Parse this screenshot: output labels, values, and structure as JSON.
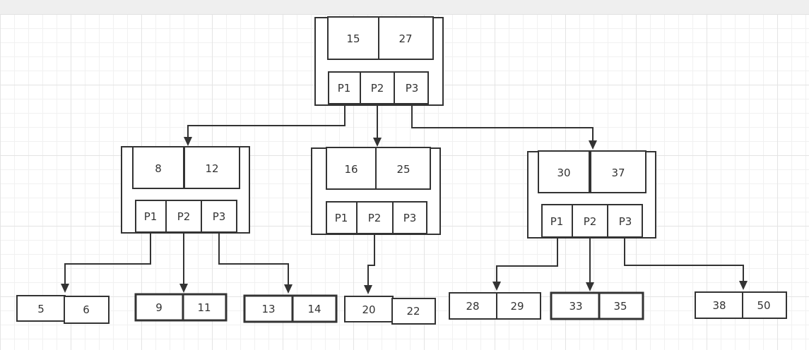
{
  "diagram": {
    "root": {
      "keys": [
        "15",
        "27"
      ],
      "pointers": [
        "P1",
        "P2",
        "P3"
      ]
    },
    "internal_nodes": [
      {
        "keys": [
          "8",
          "12"
        ],
        "pointers": [
          "P1",
          "P2",
          "P3"
        ]
      },
      {
        "keys": [
          "16",
          "25"
        ],
        "pointers": [
          "P1",
          "P2",
          "P3"
        ]
      },
      {
        "keys": [
          "30",
          "37"
        ],
        "pointers": [
          "P1",
          "P2",
          "P3"
        ]
      }
    ],
    "leaves": [
      {
        "keys": [
          "5",
          "6"
        ]
      },
      {
        "keys": [
          "9",
          "11"
        ]
      },
      {
        "keys": [
          "13",
          "14"
        ]
      },
      {
        "keys": [
          "20",
          "22"
        ]
      },
      {
        "keys": [
          "28",
          "29"
        ]
      },
      {
        "keys": [
          "33",
          "35"
        ]
      },
      {
        "keys": [
          "38",
          "50"
        ]
      }
    ]
  }
}
